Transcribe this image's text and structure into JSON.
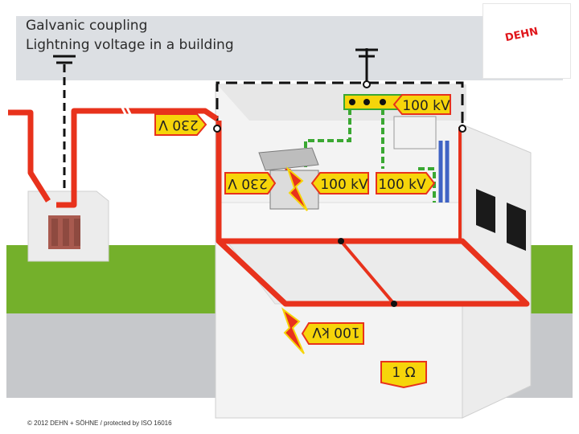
{
  "title": {
    "line1": "Galvanic coupling",
    "line2": "Lightning voltage in a building"
  },
  "logo": {
    "text": "DEHN"
  },
  "labels": {
    "v230_outdoor": "230 V",
    "v230_indoor": "230 V",
    "kv100_top": "100 kV",
    "kv100_device": "100 kV",
    "kv100_heater": "100 kV",
    "kv100_ground": "100 kV",
    "resistance": "1 Ω"
  },
  "footer": {
    "copyright": "© 2012 DEHN + SÖHNE / protected by ISO 16016"
  },
  "colors": {
    "conductor_red": "#e8321c",
    "label_fill": "#f6d50a",
    "label_border": "#e8321c",
    "ground_green": "#74b02b",
    "sky_grey": "#dcdfe3",
    "road_grey": "#c6c8cb",
    "earthing_green": "#3aa832"
  }
}
